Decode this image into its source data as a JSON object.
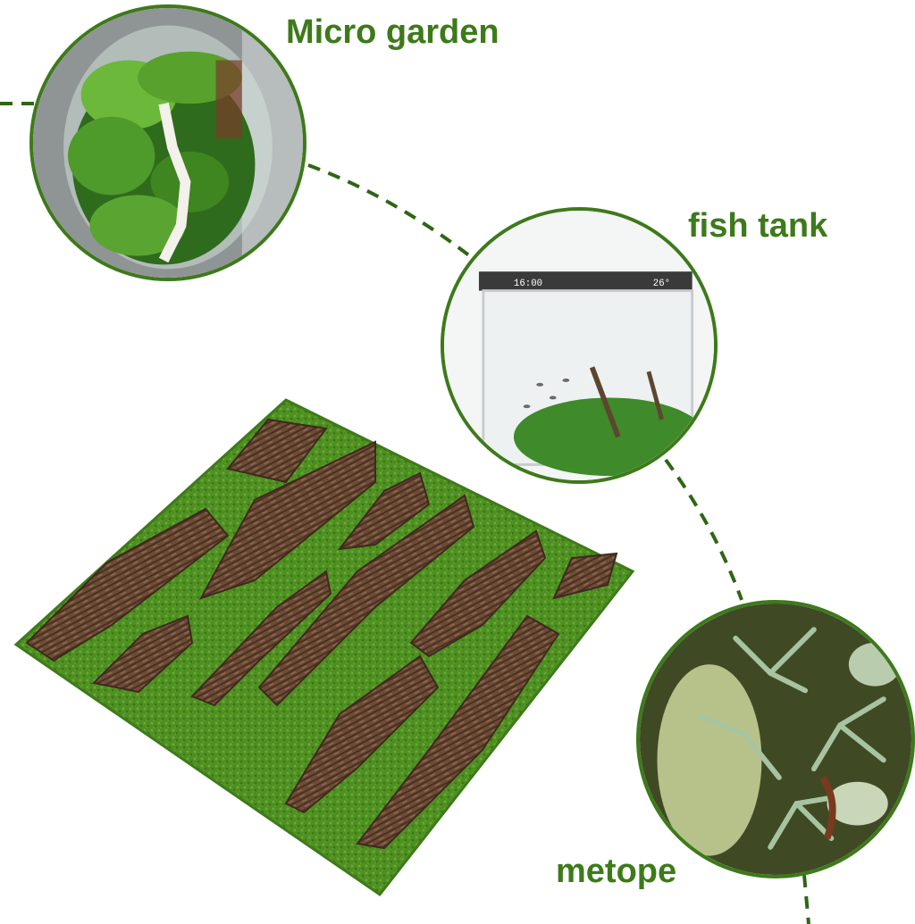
{
  "colors": {
    "label": "#3d7a1a",
    "ring": "#3d7a1a",
    "dash": "#2f6614",
    "moss": "#4e8f22",
    "bark": "#6b4a34"
  },
  "labels": {
    "micro_garden": "Micro garden",
    "fish_tank": "fish tank",
    "metope": "metope"
  },
  "tank_display": {
    "time": "16:00",
    "temp": "26°"
  },
  "images": [
    {
      "name": "micro-garden-photo",
      "subject": "moss terrarium in a glass vase"
    },
    {
      "name": "fish-tank-photo",
      "subject": "white aquarium with plants and fish"
    },
    {
      "name": "metope-photo",
      "subject": "wall of air plants and moss"
    },
    {
      "name": "moss-bark-mat",
      "subject": "moss mat with bark strips"
    }
  ]
}
